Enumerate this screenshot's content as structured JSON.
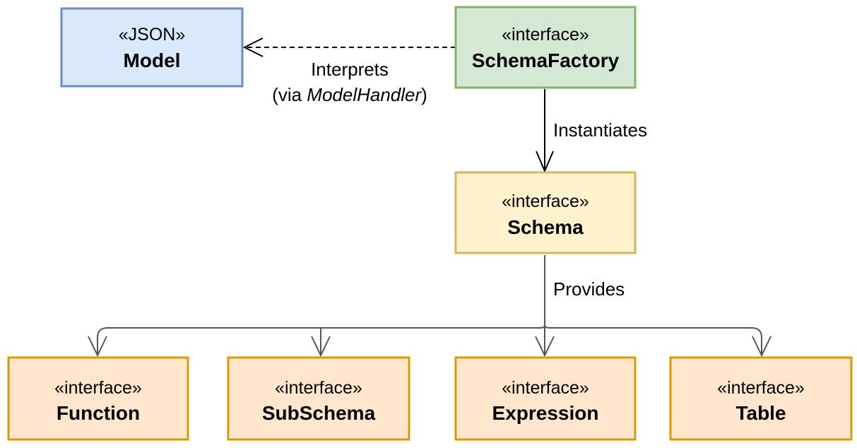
{
  "boxes": {
    "model": {
      "stereotype": "«JSON»",
      "name": "Model",
      "fill": "#dae8fc",
      "stroke": "#6c8ebf"
    },
    "factory": {
      "stereotype": "«interface»",
      "name": "SchemaFactory",
      "fill": "#d5e8d4",
      "stroke": "#82b366"
    },
    "schema": {
      "stereotype": "«interface»",
      "name": "Schema",
      "fill": "#fff2cc",
      "stroke": "#d6b656"
    },
    "function": {
      "stereotype": "«interface»",
      "name": "Function",
      "fill": "#ffe6cc",
      "stroke": "#d79b00"
    },
    "subschema": {
      "stereotype": "«interface»",
      "name": "SubSchema",
      "fill": "#ffe6cc",
      "stroke": "#d79b00"
    },
    "expression": {
      "stereotype": "«interface»",
      "name": "Expression",
      "fill": "#ffe6cc",
      "stroke": "#d79b00"
    },
    "table": {
      "stereotype": "«interface»",
      "name": "Table",
      "fill": "#ffe6cc",
      "stroke": "#d79b00"
    }
  },
  "edges": {
    "interprets": {
      "line1": "Interprets",
      "line2_prefix": "(via ",
      "line2_italic": "ModelHandler",
      "line2_suffix": ")"
    },
    "instantiates": {
      "label": "Instantiates"
    },
    "provides": {
      "label": "Provides"
    }
  }
}
